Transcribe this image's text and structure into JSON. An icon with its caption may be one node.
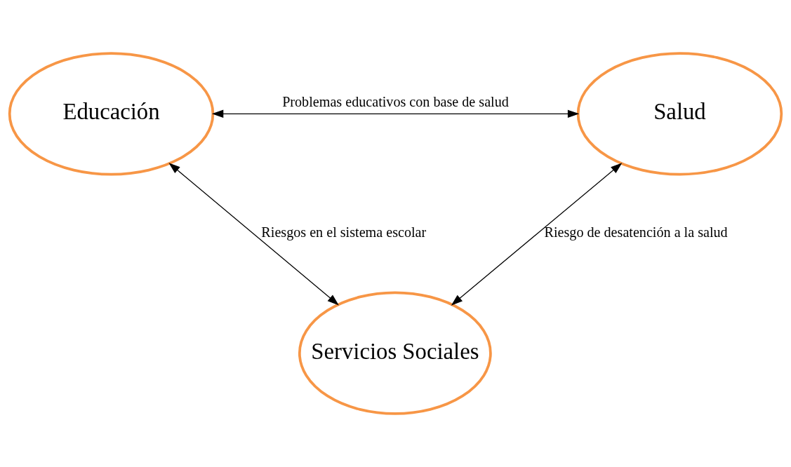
{
  "diagram": {
    "nodes": [
      {
        "text": [
          "Educación"
        ]
      },
      {
        "text": [
          "Salud"
        ]
      },
      {
        "text": [
          "Servicios Sociales"
        ]
      }
    ],
    "edges": [
      {
        "from": 0,
        "to": 1,
        "arrow": "both",
        "label": "Problemas educativos con base de salud"
      },
      {
        "from": 0,
        "to": 2,
        "arrow": "both",
        "label": "Riesgos en el sistema escolar"
      },
      {
        "from": 2,
        "to": 1,
        "arrow": "both",
        "label": "Riesgo de desatención a la salud"
      }
    ]
  }
}
